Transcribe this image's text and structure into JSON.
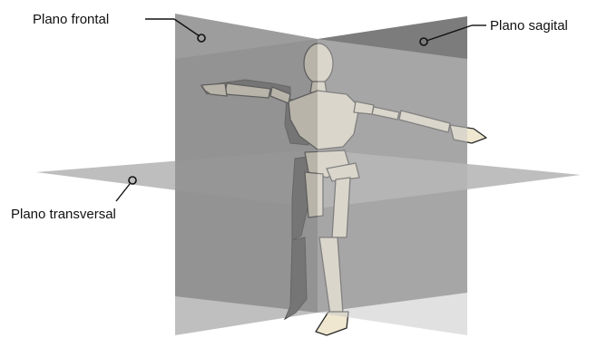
{
  "diagram": {
    "labels": {
      "frontal": "Plano frontal",
      "sagittal": "Plano sagital",
      "transverse": "Plano transversal"
    },
    "colors": {
      "frontal_plane": "#9a9a9a",
      "sagittal_plane": "#6f6f6f",
      "transverse_plane": "#a5a5a5",
      "bone": "#efe7cf",
      "bone_outline": "#2a2a2a",
      "shadow_figure": "#5a5a5a"
    },
    "icons": [
      "anatomical-mannequin",
      "label-marker-circle"
    ]
  }
}
